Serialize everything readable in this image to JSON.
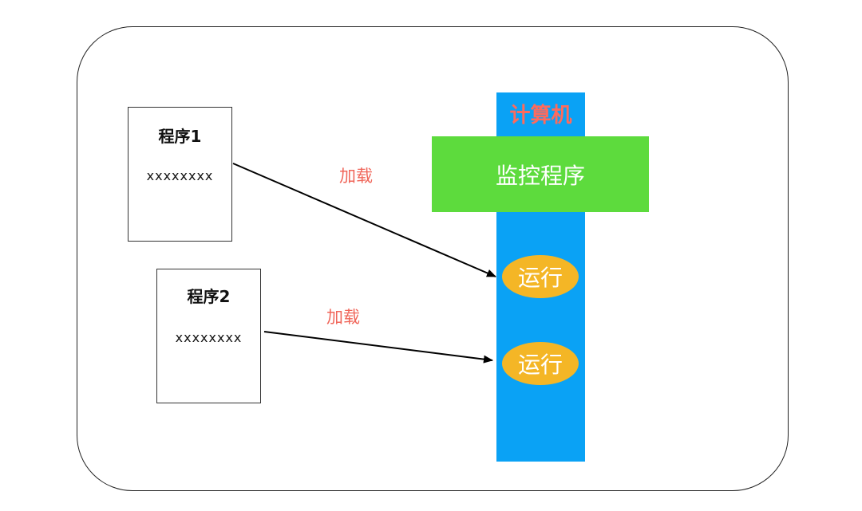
{
  "programs": [
    {
      "title": "程序1",
      "content": "xxxxxxxx"
    },
    {
      "title": "程序2",
      "content": "xxxxxxxx"
    }
  ],
  "computer": {
    "label": "计算机",
    "monitor": "监控程序"
  },
  "run_slots": [
    {
      "label": "运行"
    },
    {
      "label": "运行"
    }
  ],
  "arrows": [
    {
      "label": "加载"
    },
    {
      "label": "加载"
    }
  ],
  "colors": {
    "computer_column": "#0aa2f5",
    "monitor_block": "#5ddb3d",
    "run_ellipse": "#f4b626",
    "label_red": "#f0665a"
  }
}
